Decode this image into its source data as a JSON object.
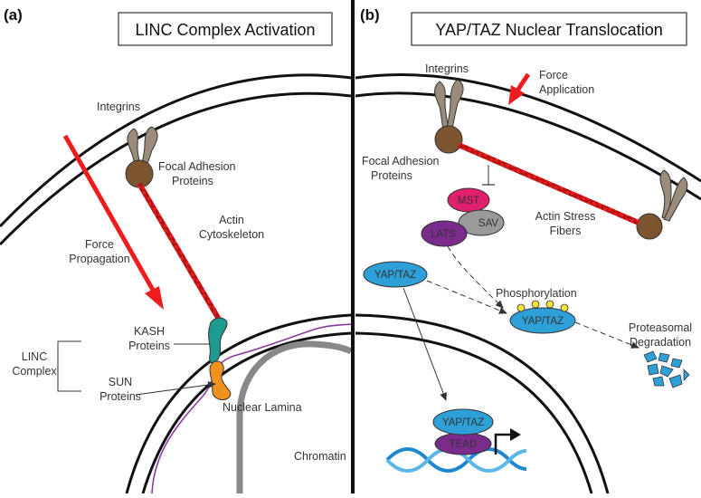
{
  "panel_a": {
    "label": "(a)",
    "title": "LINC Complex Activation",
    "integrins": "Integrins",
    "focal_adhesion": [
      "Focal Adhesion",
      "Proteins"
    ],
    "actin": [
      "Actin",
      "Cytoskeleton"
    ],
    "force": [
      "Force",
      "Propagation"
    ],
    "kash": [
      "KASH",
      "Proteins"
    ],
    "linc": [
      "LINC",
      "Complex"
    ],
    "sun": [
      "SUN",
      "Proteins"
    ],
    "nuclear_lamina": "Nuclear Lamina",
    "chromatin": "Chromatin"
  },
  "panel_b": {
    "label": "(b)",
    "title": "YAP/TAZ Nuclear Translocation",
    "integrins": "Integrins",
    "force": [
      "Force",
      "Application"
    ],
    "focal_adhesion": [
      "Focal Adhesion",
      "Proteins"
    ],
    "mst": "MST",
    "sav": "SAV",
    "lats": "LATS",
    "actin_stress": [
      "Actin Stress",
      "Fibers"
    ],
    "yap_taz": "YAP/TAZ",
    "phosphorylation": "Phosphorylation",
    "yap_taz_phospho": "YAP/TAZ",
    "proteasomal": [
      "Proteasomal",
      "Degradation"
    ],
    "yap_taz_nuclear": "YAP/TAZ",
    "tead": "TEAD"
  },
  "colors": {
    "force_arrow": "#ee1c1c",
    "actin_red": "#cc1111",
    "focal_brown": "#7a5530",
    "integrin_tan": "#9b8b7b",
    "kash_teal": "#1e9a90",
    "sun_orange": "#f0921e",
    "lamina_purple": "#8a3aa0",
    "chromatin_gray": "#888888",
    "mst_pink": "#e0206c",
    "sav_gray": "#9a9a9a",
    "lats_purple": "#7a2b8c",
    "yap_blue": "#2f9fd8",
    "phospho_yellow": "#f2e33a",
    "dna_blue": "#1f86d0"
  }
}
